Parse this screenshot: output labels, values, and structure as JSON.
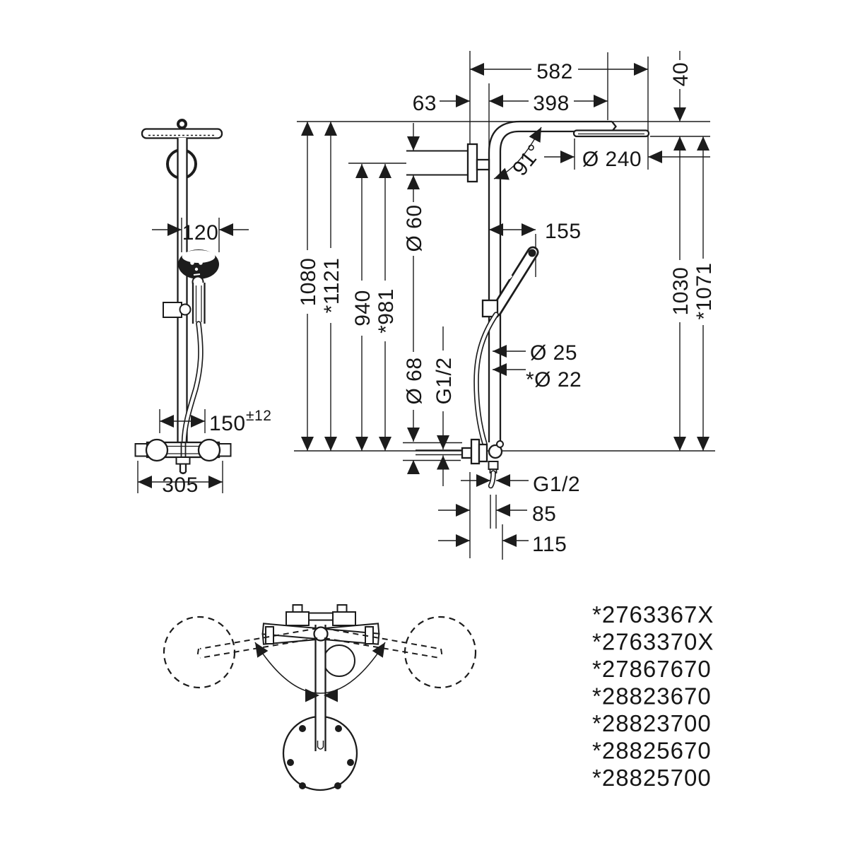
{
  "side_view": {
    "dims": {
      "width_total": "582",
      "wall_offset": "63",
      "arm_reach": "398",
      "head_drop": "40",
      "head_diameter": "Ø 240",
      "arm_angle": "91°",
      "bracket_diameter": "Ø 60",
      "height_pipe": "1080",
      "height_pipe_star": "*1121",
      "height_bracket": "940",
      "height_bracket_star": "*981",
      "height_head": "1030",
      "height_head_star": "*1071",
      "handshower_offset": "155",
      "pipe_diameter": "Ø 25",
      "pipe_diameter_star": "*Ø 22",
      "valve_diameter": "Ø 68",
      "supply_thread": "G1/2",
      "hose_thread": "G1/2",
      "hose_offset": "85",
      "hose_offset_outer": "115"
    }
  },
  "front_view": {
    "dims": {
      "handshower_diameter": "120",
      "supply_spacing": "150",
      "supply_tolerance": "±12",
      "valve_width": "305"
    }
  },
  "part_numbers": [
    "*2763367X",
    "*2763370X",
    "*27867670",
    "*28823670",
    "*28823700",
    "*28825670",
    "*28825700"
  ]
}
